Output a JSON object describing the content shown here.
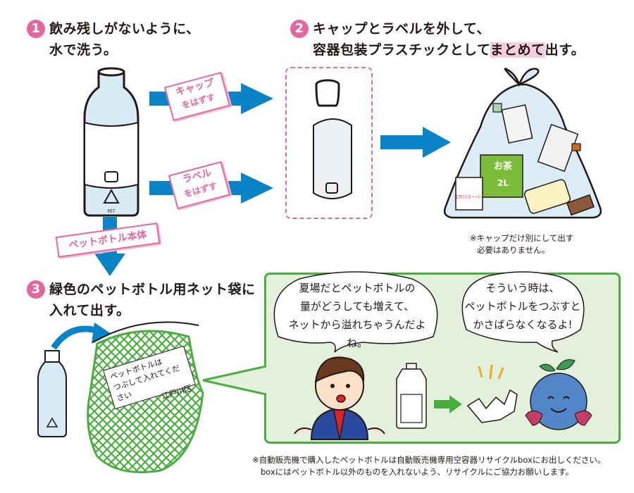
{
  "steps": [
    {
      "number": "1",
      "line1": "飲み残しがないように、",
      "line2": "水で洗う。"
    },
    {
      "number": "2",
      "line1": "キャップとラベルを外して、",
      "line2_prefix": "容器包装プラスチックとして",
      "line2_highlight": "まとめて",
      "line2_suffix": "出す。"
    },
    {
      "number": "3",
      "line1": "緑色のペットボトル用ネット袋に",
      "line2": "入れて出す。"
    }
  ],
  "tags": {
    "cap": {
      "line1": "キャップ",
      "line2": "をはずす"
    },
    "label": {
      "line1": "ラベル",
      "line2": "をはずす"
    },
    "body": "ペットボトル本体"
  },
  "bag_items": {
    "tea_label": "お茶",
    "tea_size": "2L",
    "store_bag": "江戸川スーパー"
  },
  "bag_note": {
    "line1": "※キャップだけ別にして出す",
    "line2": "必要はありません。"
  },
  "net_bag_label": {
    "line1": "ペットボトルは",
    "line2": "つぶして入れてください",
    "ward": "江戸川区"
  },
  "speech": {
    "person": [
      "夏場だとペットボトルの",
      "量がどうしても増えて、",
      "ネットから溢れちゃうんだよね。"
    ],
    "mascot": [
      "そういう時は、",
      "ペットボトルをつぶすと",
      "かさばらなくなるよ!"
    ]
  },
  "footer_note": {
    "line1": "※自動販売機で購入したペットボトルは自動販売機専用空容器リサイクルboxにお出しください。",
    "line2": "boxにはペットボトル以外のものを入れないよう、リサイクルにご協力お願いします。"
  },
  "pet_mark": "PET",
  "colors": {
    "pink": "#e4669e",
    "blue_arrow": "#0a84c6",
    "green": "#4aae3f",
    "panel_bg": "#e3f0dc",
    "bottle_fill": "#d7ebf7"
  }
}
